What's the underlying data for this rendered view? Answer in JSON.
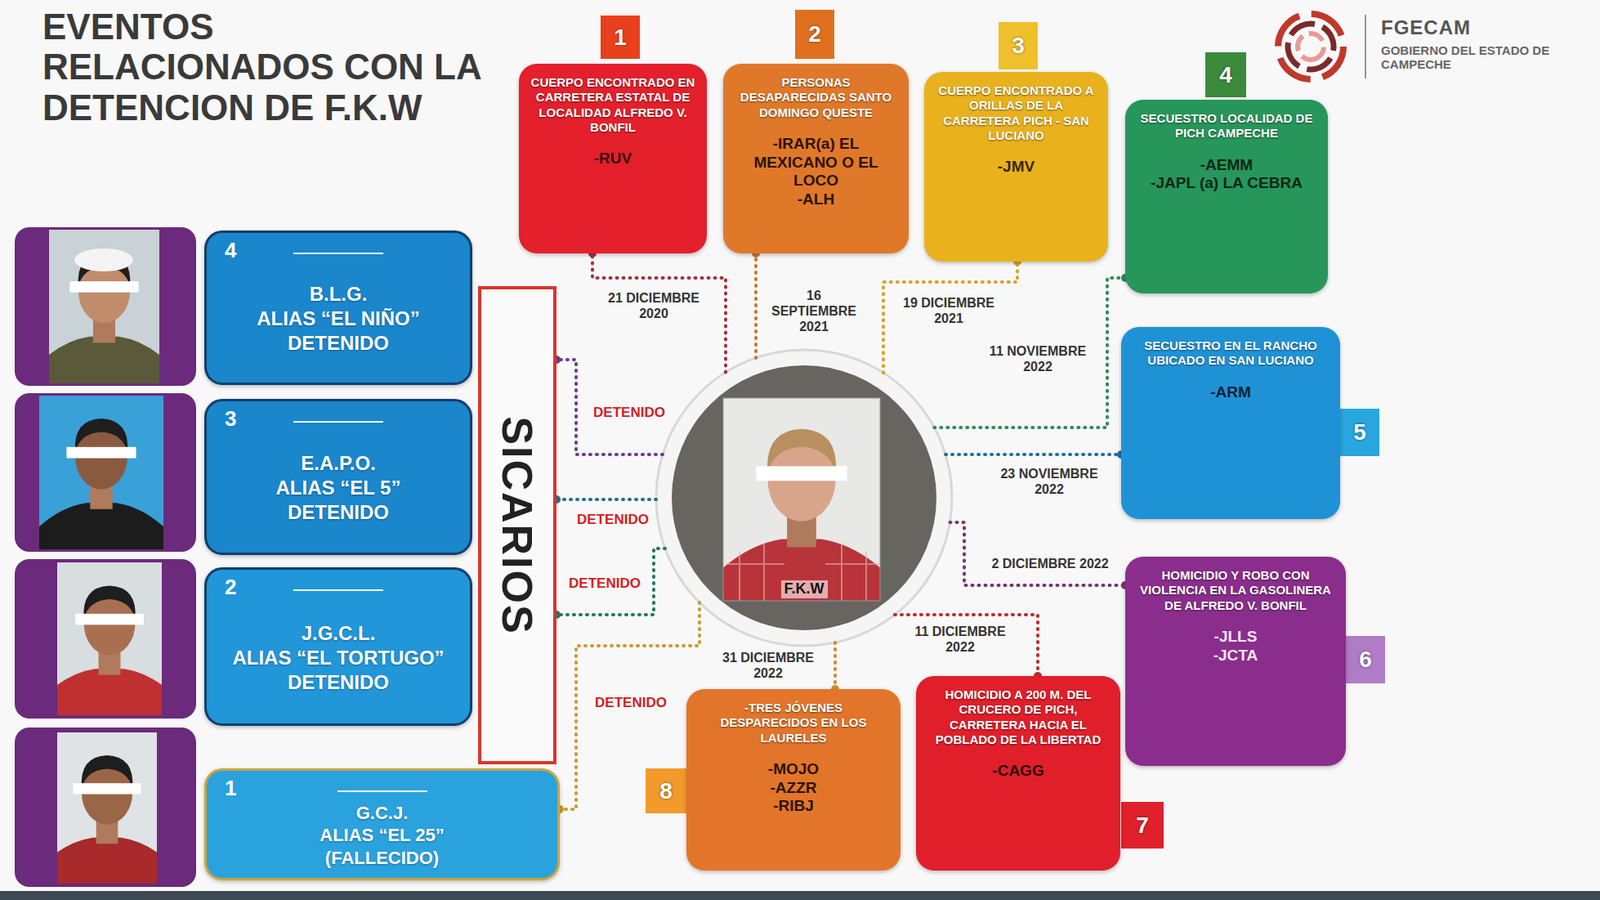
{
  "diagram": {
    "title": "EVENTOS RELACIONADOS CON LA DETENCION DE F.K.W",
    "nodes": [
      {
        "text": [
          "CUERPO ENCONTRADO EN CARRETERA ESTATAL DE LOCALIDAD ALFREDO V. BONFIL",
          "-RUV"
        ]
      },
      {
        "text": [
          "PERSONAS DESAPARECIDAS SANTO DOMINGO QUESTE",
          "-IRAR(a) EL MEXICANO O EL LOCO",
          "-ALH"
        ]
      },
      {
        "text": [
          "CUERPO ENCONTRADO A ORILLAS DE LA CARRETERA PICH - SAN LUCIANO",
          "-JMV"
        ]
      },
      {
        "text": [
          "SECUESTRO LOCALIDAD DE PICH CAMPECHE",
          "-AEMM",
          "-JAPL (a) LA CEBRA"
        ]
      },
      {
        "text": [
          "SECUESTRO EN EL RANCHO UBICADO EN SAN LUCIANO",
          "-ARM"
        ]
      },
      {
        "text": [
          "HOMICIDIO Y ROBO CON VIOLENCIA EN LA GASOLINERA DE ALFREDO V. BONFIL",
          "-JLLS",
          "-JCTA"
        ]
      },
      {
        "text": [
          "HOMICIDIO A 200 M. DEL CRUCERO DE PICH, CARRETERA HACIA EL POBLADO DE LA LIBERTAD",
          "-CAGG"
        ]
      },
      {
        "text": [
          "-TRES JÓVENES DESPARECIDOS EN LOS LAURELES",
          "-MOJO",
          "-AZZR",
          "-RIBJ"
        ]
      },
      {
        "text": [
          "4",
          "B.L.G.",
          "ALIAS “EL NIÑO”",
          "DETENIDO"
        ]
      },
      {
        "text": [
          "3",
          "E.A.P.O.",
          "ALIAS “EL 5”",
          "DETENIDO"
        ]
      },
      {
        "text": [
          "2",
          "J.G.C.L.",
          "ALIAS “EL TORTUGO”",
          "DETENIDO"
        ]
      },
      {
        "text": [
          "1",
          "G.C.J.",
          "ALIAS “EL 25”",
          "(FALLECIDO)"
        ]
      },
      {
        "text": [
          "SICARIOS"
        ]
      },
      {
        "text": [
          "F.K.W"
        ]
      }
    ],
    "edges": [
      {
        "from": 13,
        "to": 0,
        "arrow": "none",
        "label": "21 DICIEMBRE 2020"
      },
      {
        "from": 13,
        "to": 1,
        "arrow": "none",
        "label": "16 SEPTIEMBRE 2021"
      },
      {
        "from": 13,
        "to": 2,
        "arrow": "none",
        "label": "19 DICIEMBRE 2021"
      },
      {
        "from": 13,
        "to": 3,
        "arrow": "none",
        "label": "11 NOVIEMBRE 2022"
      },
      {
        "from": 13,
        "to": 4,
        "arrow": "none",
        "label": "23 NOVIEMBRE 2022"
      },
      {
        "from": 13,
        "to": 5,
        "arrow": "none",
        "label": "2 DICIEMBRE 2022"
      },
      {
        "from": 13,
        "to": 6,
        "arrow": "none",
        "label": "11 DICIEMBRE 2022"
      },
      {
        "from": 13,
        "to": 7,
        "arrow": "none",
        "label": "31 DICIEMBRE 2022"
      },
      {
        "from": 13,
        "to": 12,
        "arrow": "none",
        "label": "DETENIDO"
      },
      {
        "from": 13,
        "to": 12,
        "arrow": "none",
        "label": "DETENIDO"
      },
      {
        "from": 13,
        "to": 12,
        "arrow": "none",
        "label": "DETENIDO"
      },
      {
        "from": 13,
        "to": 11,
        "arrow": "none",
        "label": "DETENIDO"
      }
    ],
    "labels": [
      "FGECAM",
      "GOBIERNO DEL ESTADO DE CAMPECHE",
      "1",
      "2",
      "3",
      "4",
      "5",
      "6",
      "7",
      "8"
    ]
  }
}
